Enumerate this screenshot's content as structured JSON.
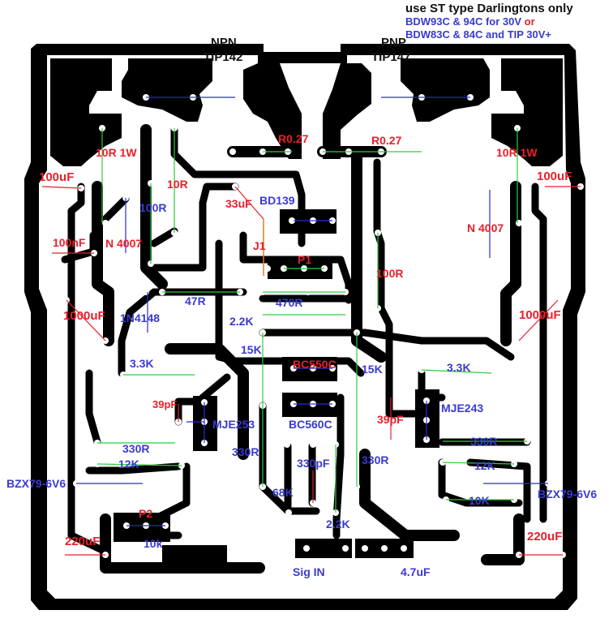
{
  "note": {
    "line1": "use ST type Darlingtons only",
    "line2": "BDW93C & 94C for 30V ",
    "line2_or": "or",
    "line3": "BDW83C & 84C and TIP 30V+"
  },
  "transistor_titles": {
    "npn_type": "NPN",
    "npn_part": "TIP142",
    "pnp_type": "PNP",
    "pnp_part": "TIP147"
  },
  "labels": {
    "r027_left": "R0.27",
    "r027_right": "R0.27",
    "r10_1w_left": "10R 1W",
    "r10_1w_right": "10R 1W",
    "r10_left": "10R",
    "r100_left": "100R",
    "r100_mid": "100R",
    "c33uf": "33uF",
    "bd139": "BD139",
    "j1": "J1",
    "p1": "P1",
    "r470": "470R",
    "c100uf_left": "100uF",
    "c100uf_right": "100uF",
    "c100nf": "100nF",
    "n4007_left": "N 4007",
    "n4007_right": "N 4007",
    "c1000uf_left": "1000uF",
    "c1000uf_right": "1000uF",
    "d1n4148": "1N4148",
    "r47": "47R",
    "r2k2_top": "2.2K",
    "r15k_left": "15K",
    "r15k_right": "15K",
    "bc550c": "BC550C",
    "bc560c": "BC560C",
    "r3k3_left": "3.3K",
    "r3k3_right": "3.3K",
    "c39pf_left": "39pF",
    "c39pf_right": "39pF",
    "mje253": "MJE253",
    "mje243": "MJE243",
    "r330_left": "330R",
    "r330_mid_left": "330R",
    "r330_mid_right": "330R",
    "r330_right": "330R",
    "c330pf": "330pF",
    "r12k_left": "12K",
    "r12k_right": "12K",
    "bzx_left": "BZX79-6V6",
    "bzx_right": "BZX79-6V6",
    "r68k": "68K",
    "r10k_right": "10K",
    "r10k_left": "10k",
    "p2": "P2",
    "r2k2_bottom": "2.2K",
    "c220uf_left": "220uF",
    "c220uf_right": "220uF",
    "sig_in": "Sig IN",
    "c4u7": "4.7uF"
  },
  "colors": {
    "copper": "#000000",
    "label_red": "#e8202a",
    "label_blue": "#3a3ad0",
    "link_green": "#2ecc40",
    "link_blue": "#2a2ad8",
    "link_red": "#e8202a",
    "link_orange": "#f07820",
    "background": "#ffffff"
  }
}
